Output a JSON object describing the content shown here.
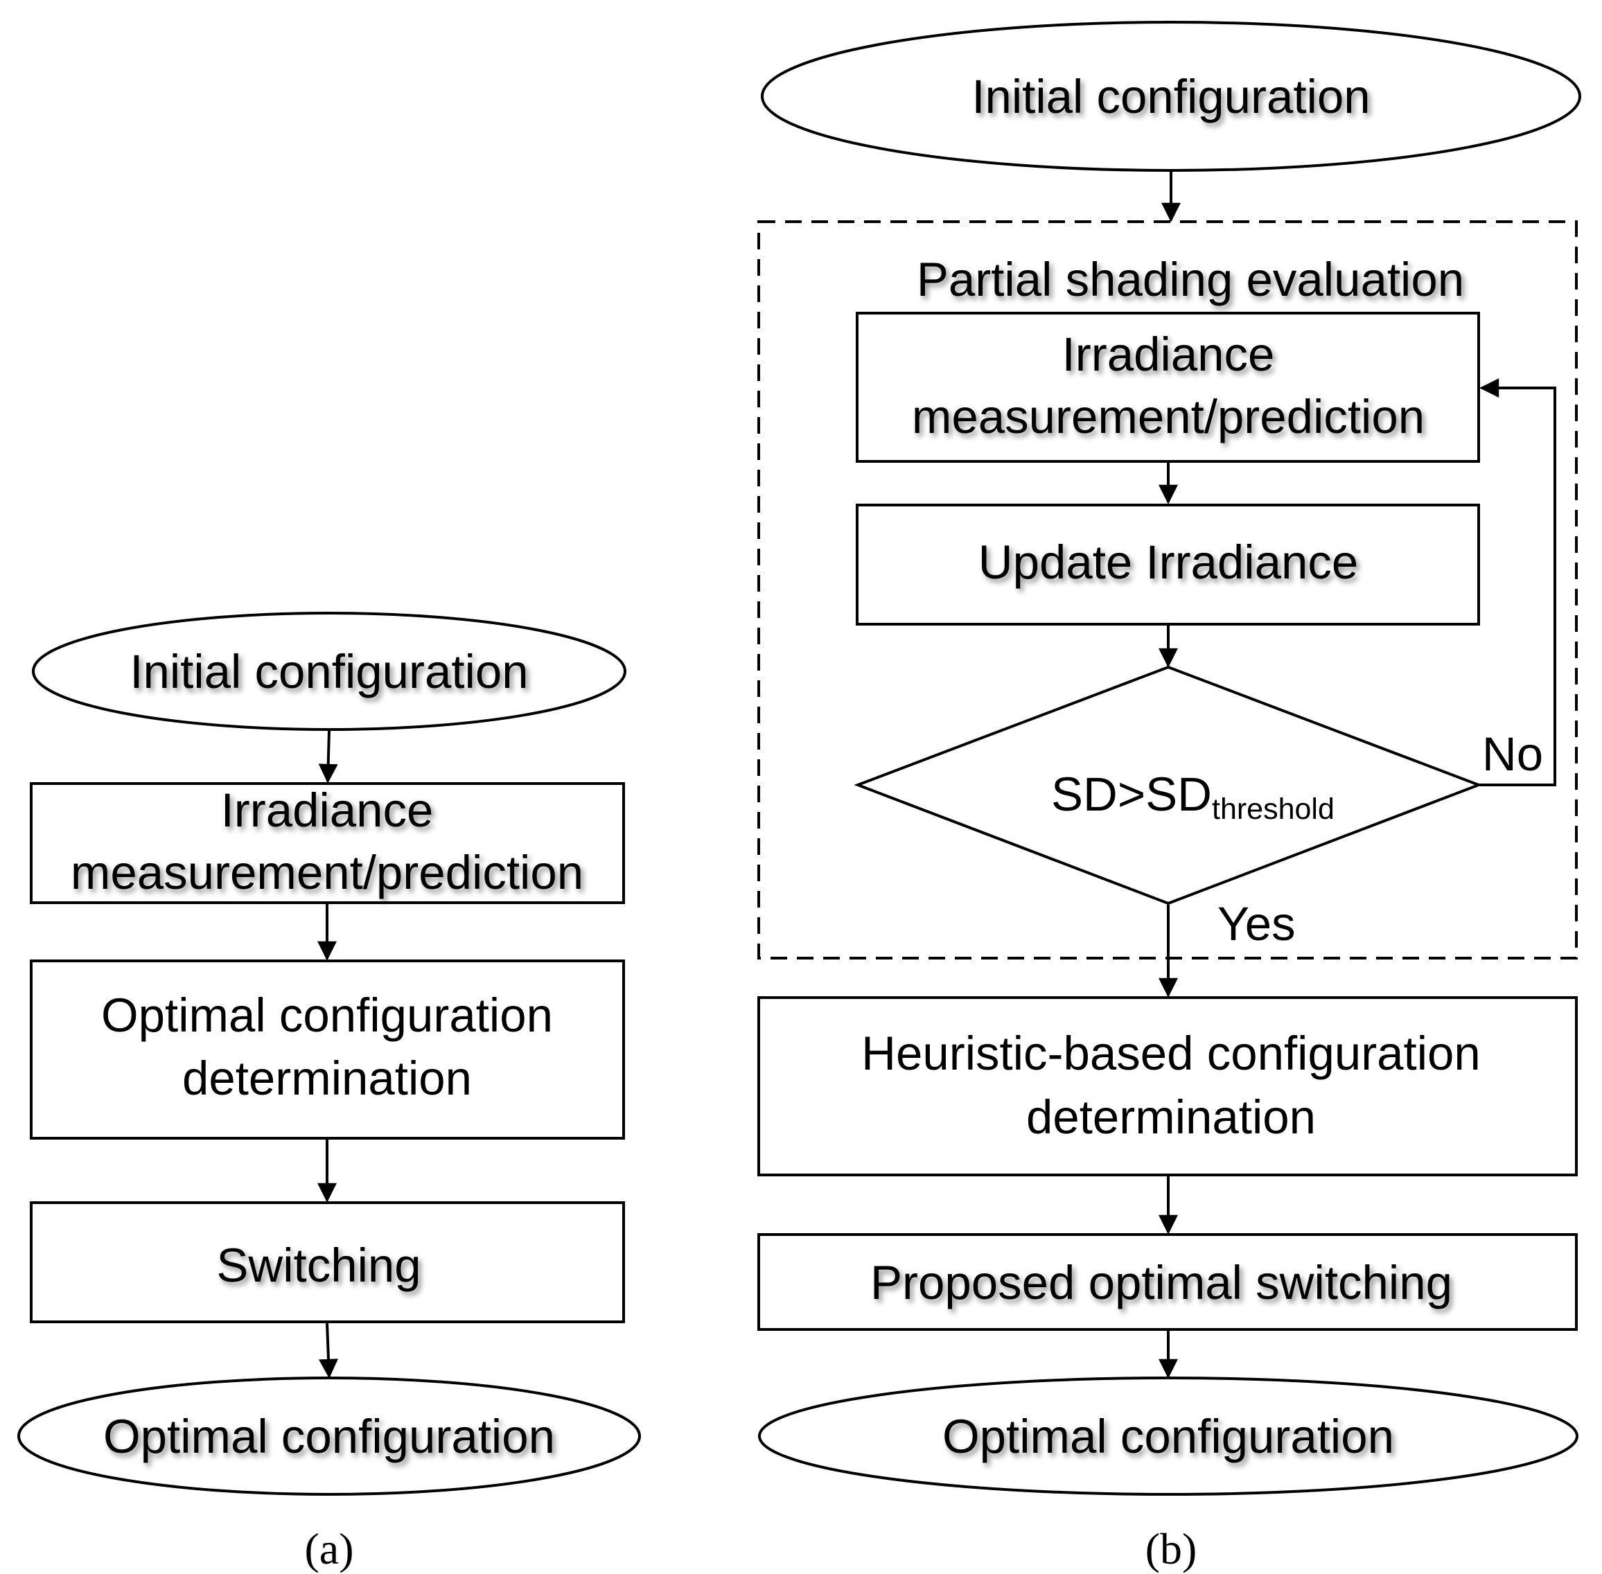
{
  "flowchart_a": {
    "start": "Initial configuration",
    "step1_line1": "Irradiance",
    "step1_line2": "measurement/prediction",
    "step2_line1": "Optimal configuration",
    "step2_line2": "determination",
    "step3": "Switching",
    "end": "Optimal configuration",
    "caption": "(a)"
  },
  "flowchart_b": {
    "start": "Initial configuration",
    "group_title": "Partial shading evaluation",
    "step1_line1": "Irradiance",
    "step1_line2": "measurement/prediction",
    "step2": "Update Irradiance",
    "decision_main": "SD>SD",
    "decision_sub": "threshold",
    "no_label": "No",
    "yes_label": "Yes",
    "step3_line1": "Heuristic-based configuration",
    "step3_line2": "determination",
    "step4": "Proposed optimal switching",
    "end": "Optimal configuration",
    "caption": "(b)"
  }
}
